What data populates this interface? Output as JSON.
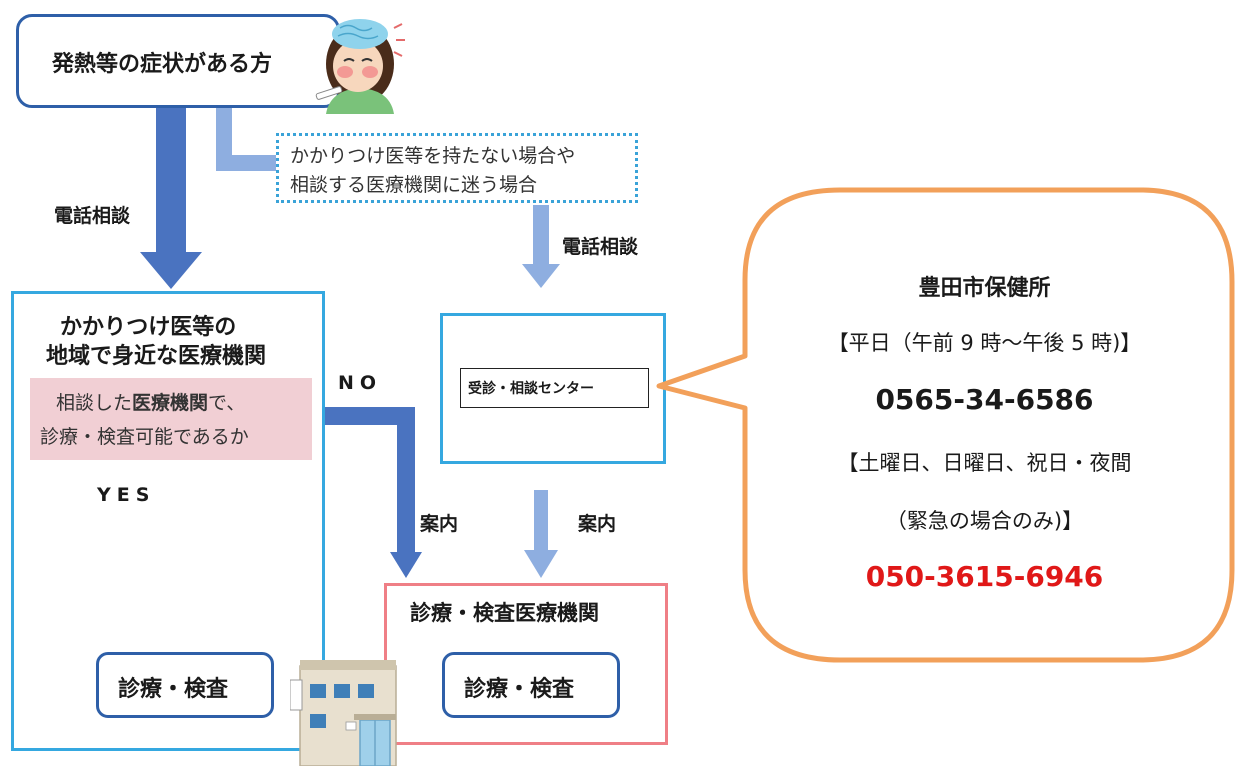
{
  "colors": {
    "dark_blue": "#2e5fa8",
    "light_blue": "#8eaee0",
    "cyan_border": "#35a8e0",
    "pink_fill": "#f1cfd4",
    "pink_border": "#ef7f86",
    "orange": "#f2a05a",
    "red_text": "#e01818"
  },
  "top_box": {
    "label": "発熱等の症状がある方"
  },
  "dotted_box": {
    "line1": "かかりつけ医等を持たない場合や",
    "line2": "相談する医療機関に迷う場合"
  },
  "left_path": {
    "phone_label": "電話相談",
    "box_title_line1": "かかりつけ医等の",
    "box_title_line2": "地域で身近な医療機関",
    "question_line1_a": "相談した",
    "question_line1_b": "医療機関",
    "question_line1_c": "で、",
    "question_line2": "診療・検査可能であるか",
    "yes_label": "YES",
    "no_label": "NO",
    "result_label": "診療・検査"
  },
  "center_path": {
    "phone_label": "電話相談",
    "center_label": "受診・相談センター",
    "guide_label_left": "案内",
    "guide_label_right": "案内"
  },
  "facility_box": {
    "title": "診療・検査医療機関",
    "result_label": "診療・検査"
  },
  "bubble": {
    "title": "豊田市保健所",
    "weekday_hours": "【平日（午前 9 時～午後 5 時)】",
    "weekday_phone": "0565-34-6586",
    "holiday_line1": "【土曜日、日曜日、祝日・夜間",
    "holiday_line2": "（緊急の場合のみ)】",
    "holiday_phone": "050-3615-6946"
  },
  "icons": [
    "sick-person-icon",
    "hospital-building-icon"
  ]
}
